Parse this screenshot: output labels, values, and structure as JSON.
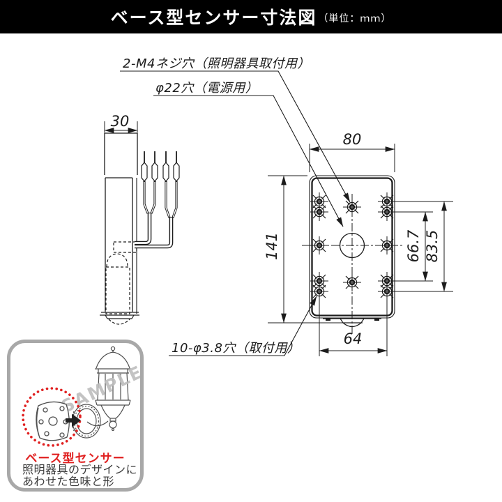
{
  "header": {
    "title": "ベース型センサー寸法図",
    "unit": "（単位：ｍｍ）"
  },
  "annotations": {
    "screw_hole": "2-M4ネジ穴（照明器具取付用）",
    "power_hole": "φ22穴（電源用）",
    "mount_hole": "10-φ3.8穴（取付用）"
  },
  "dimensions": {
    "depth": "30",
    "width": "80",
    "height": "141",
    "hole_pitch_inner": "66.7",
    "hole_pitch_outer": "83.5",
    "hole_pitch_width": "64"
  },
  "sample": {
    "watermark": "SAMPLE",
    "caption": "ベース型センサー",
    "description_line1": "照明器具のデザインに",
    "description_line2": "あわせた色味と形"
  },
  "colors": {
    "line": "#1c1c1c",
    "accent_red": "#e02020",
    "box_border": "#a8a8a8",
    "header_bg": "#000000",
    "watermark_gray": "#bdbdbd"
  }
}
